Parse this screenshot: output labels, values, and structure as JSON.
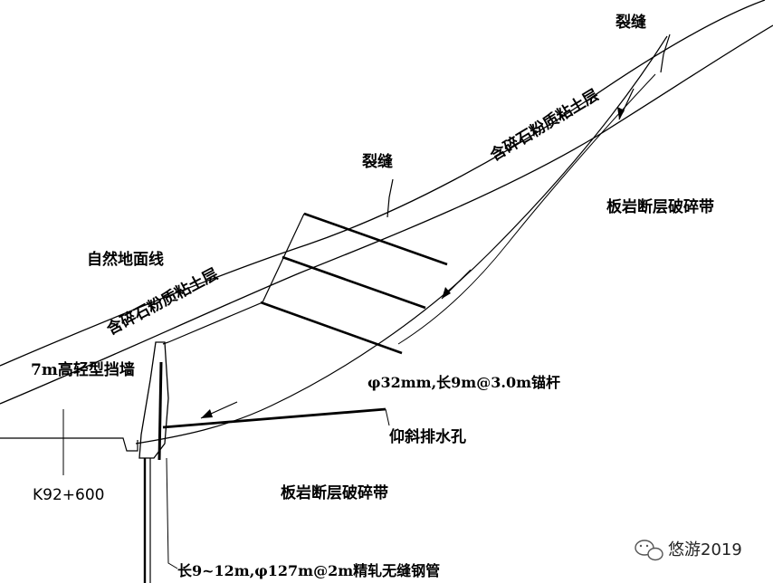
{
  "labels": {
    "crack_top": "裂缝",
    "crack_mid": "裂缝",
    "clay_upper": "含碎石粉质粘土层",
    "clay_lower": "含碎石粉质粘土层",
    "fault_zone_upper": "板岩断层破碎带",
    "fault_zone_lower": "板岩断层破碎带",
    "ground_line": "自然地面线",
    "retaining_wall": "7m高轻型挡墙",
    "anchor": "φ32mm,长9m@3.0m锚杆",
    "drain_hole": "仰斜排水孔",
    "station": "K92+600",
    "steel_pipe": "长9~12m,φ127m@2m精轧无缝钢管"
  },
  "watermark": {
    "text": "悠游2019",
    "icon": "wechat-icon"
  }
}
